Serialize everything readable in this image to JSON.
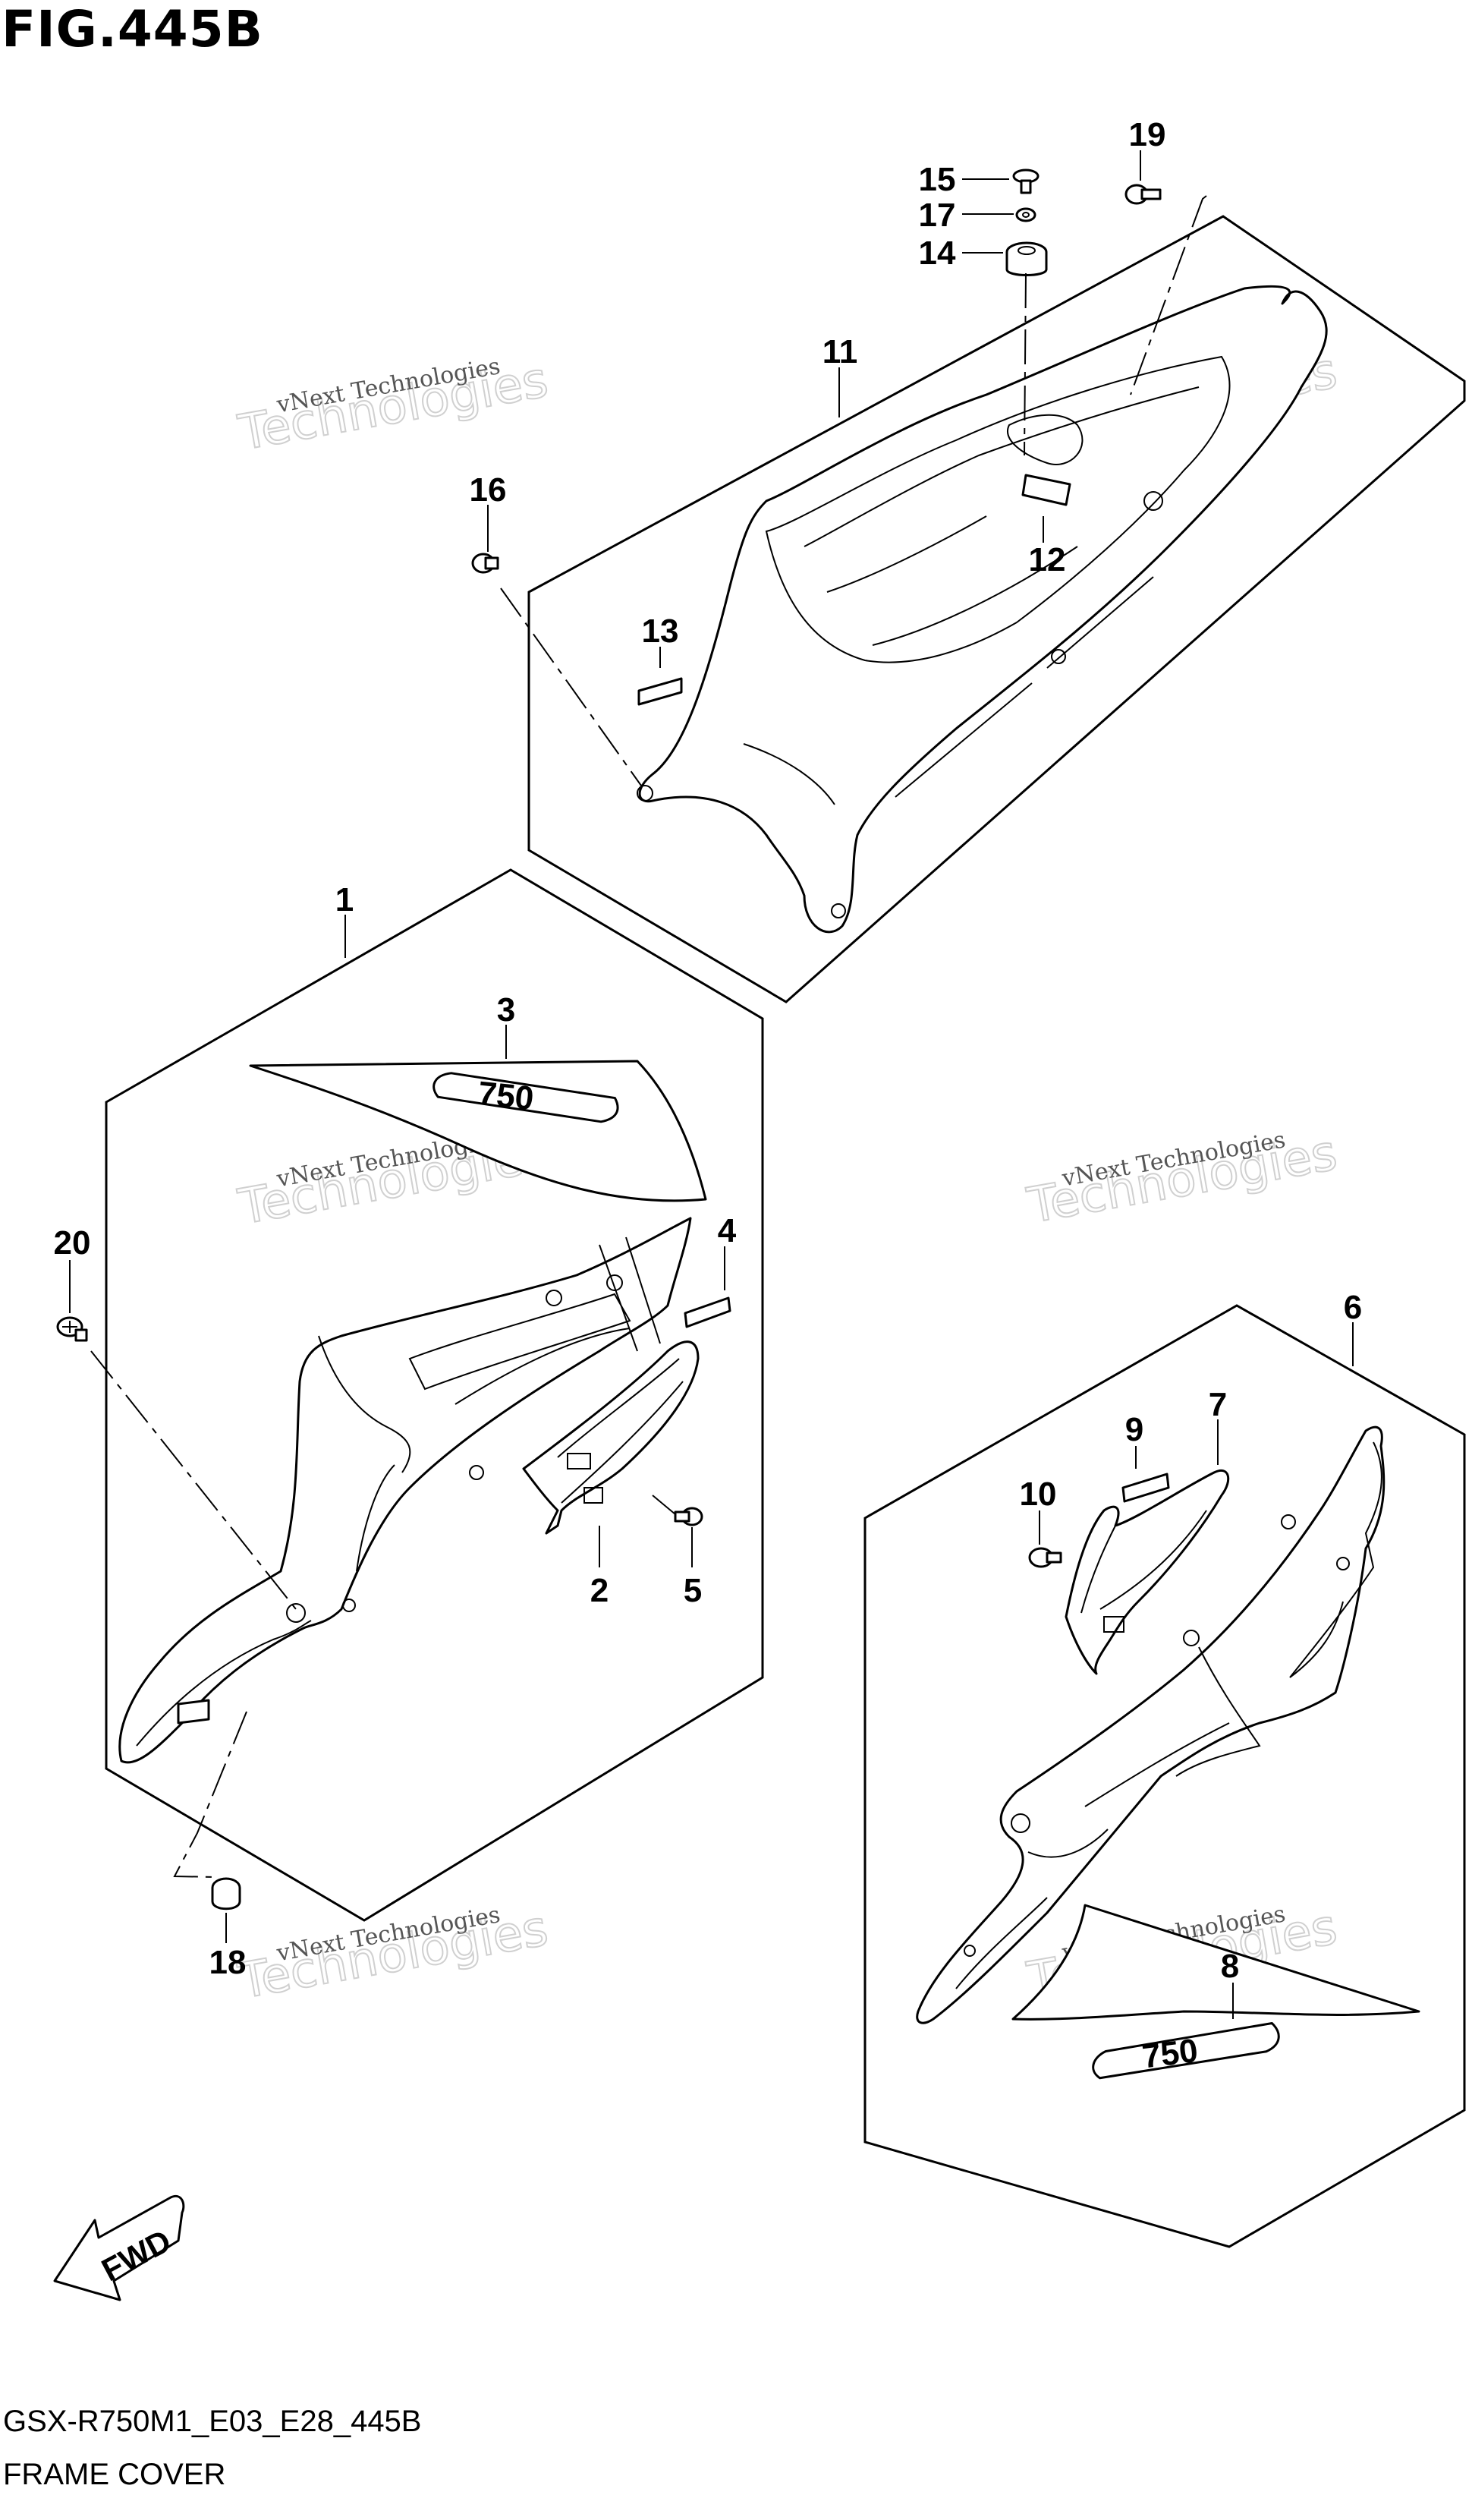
{
  "figure_title": "FIG.445B",
  "model_code": "GSX-R750M1_E03_E28_445B",
  "section_name": "FRAME COVER",
  "fwd_label": "FWD",
  "decal_text": "750",
  "watermark": {
    "line1": "vNext Technologies",
    "line2": "Technologies"
  },
  "callouts": [
    "1",
    "2",
    "3",
    "4",
    "5",
    "6",
    "7",
    "8",
    "9",
    "10",
    "11",
    "12",
    "13",
    "14",
    "15",
    "16",
    "17",
    "18",
    "19",
    "20"
  ]
}
